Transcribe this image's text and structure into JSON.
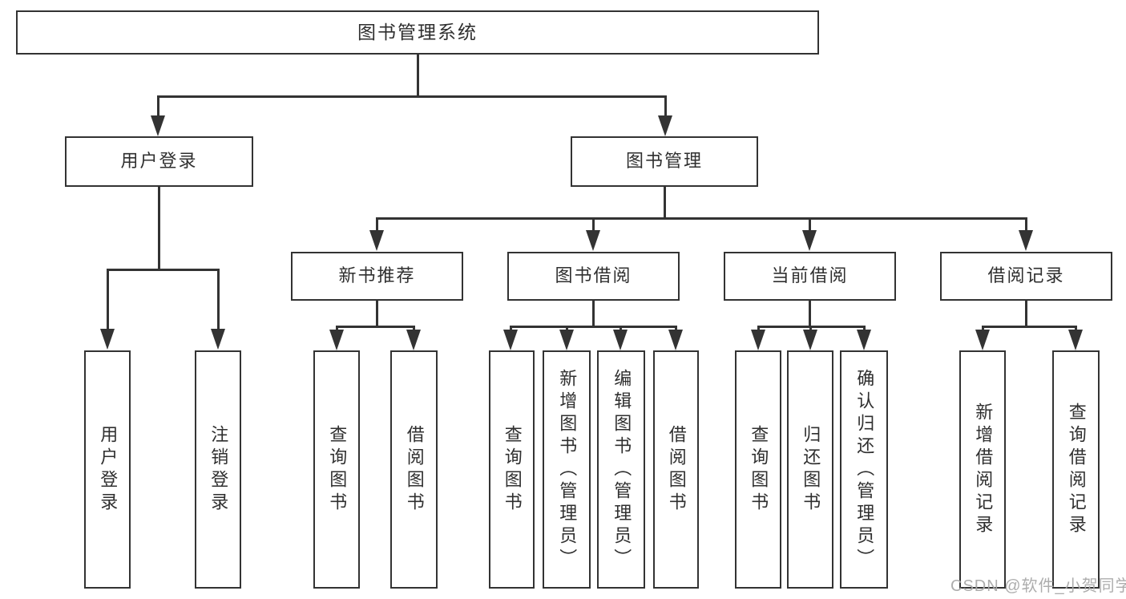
{
  "diagram": {
    "root": "图书管理系统",
    "level2": {
      "user_login": "用户登录",
      "book_mgmt": "图书管理"
    },
    "level3": {
      "new_books": "新书推荐",
      "book_borrow": "图书借阅",
      "current_borrow": "当前借阅",
      "borrow_records": "借阅记录"
    },
    "leaves": {
      "user_login": [
        "用户登录",
        "注销登录"
      ],
      "new_books": [
        "查询图书",
        "借阅图书"
      ],
      "book_borrow": [
        "查询图书",
        "新增图书（管理员）",
        "编辑图书（管理员）",
        "借阅图书"
      ],
      "current_borrow": [
        "查询图书",
        "归还图书",
        "确认归还（管理员）"
      ],
      "borrow_records": [
        "新增借阅记录",
        "查询借阅记录"
      ]
    }
  },
  "watermark": "CSDN @软件_小贺同学",
  "colors": {
    "line": "#333333",
    "text": "#2f2f2f",
    "background": "#ffffff",
    "watermark": "#a9a9a9"
  }
}
